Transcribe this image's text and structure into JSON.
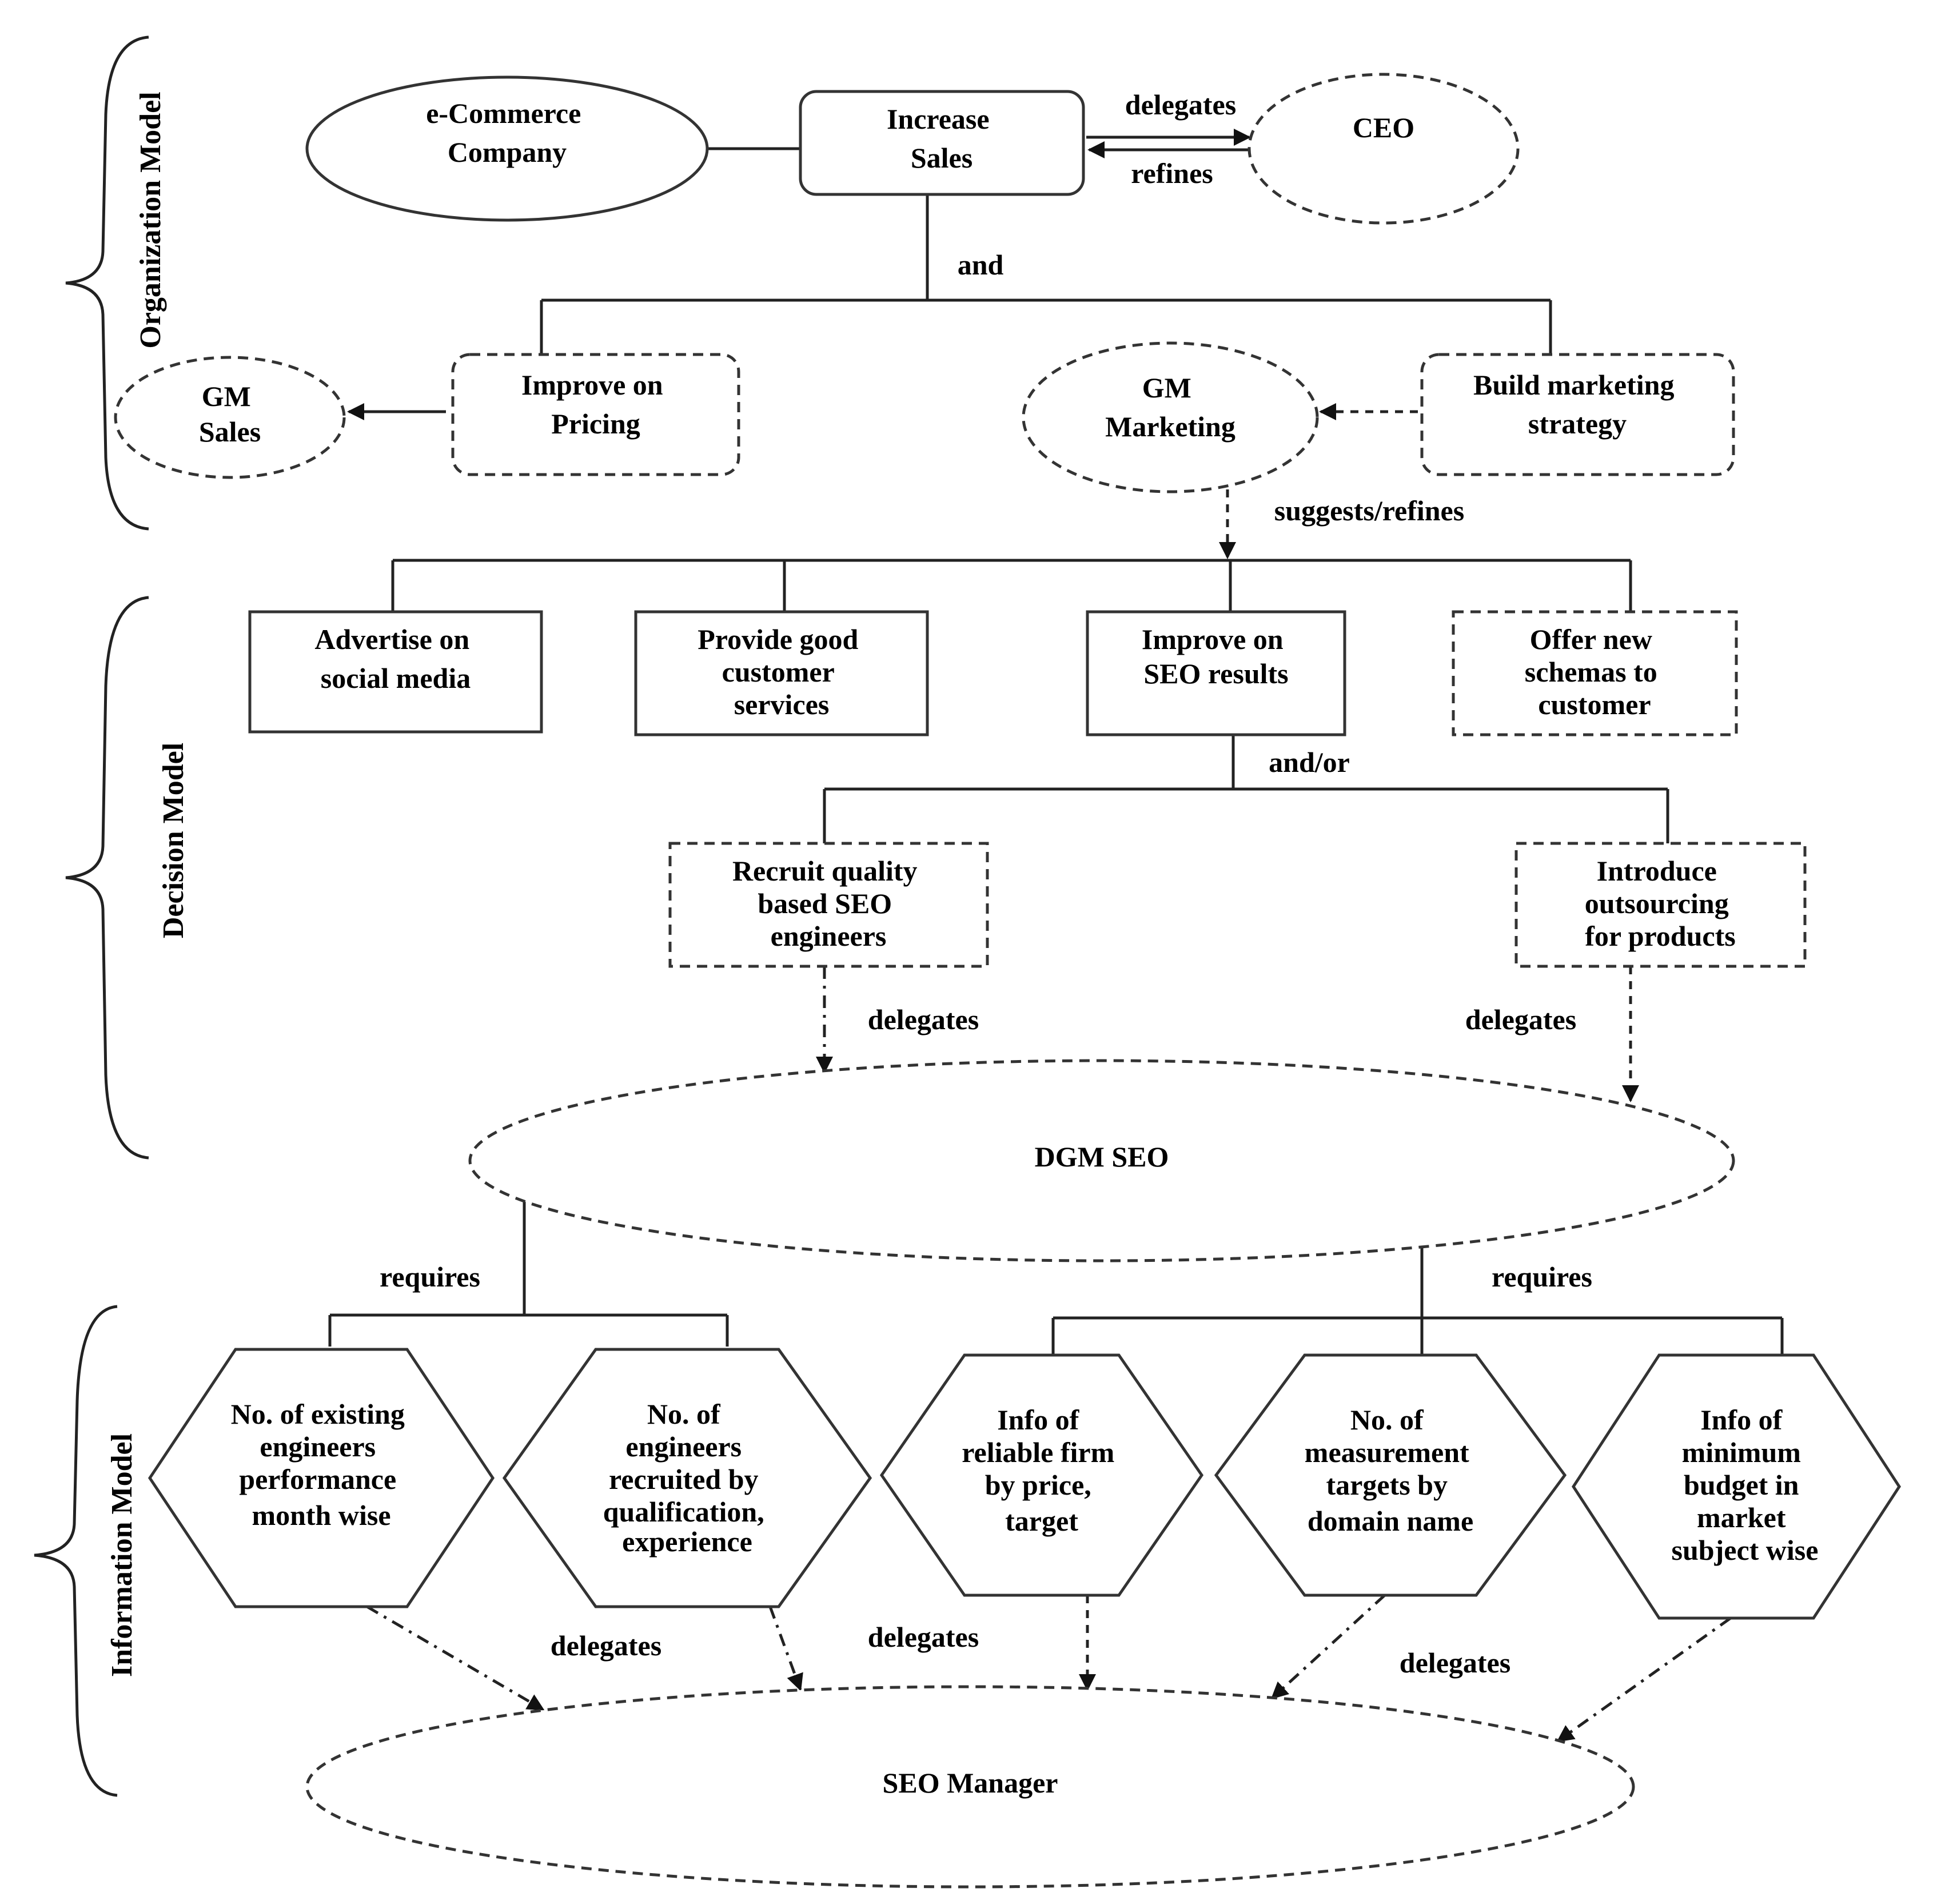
{
  "sections": {
    "organization": "Organization Model",
    "decision": "Decision Model",
    "information": "Information Model"
  },
  "nodes": {
    "ecommerce": [
      "e-Commerce",
      "Company"
    ],
    "increase_sales": [
      "Increase",
      "Sales"
    ],
    "ceo": [
      "CEO"
    ],
    "gm_sales": [
      "GM",
      "Sales"
    ],
    "improve_pricing": [
      "Improve on",
      "Pricing"
    ],
    "gm_marketing": [
      "GM",
      "Marketing"
    ],
    "build_marketing": [
      "Build marketing",
      "strategy"
    ],
    "advertise": [
      "Advertise on",
      "social media"
    ],
    "customer_services": [
      "Provide good",
      "customer",
      "services"
    ],
    "improve_seo": [
      "Improve on",
      "SEO results"
    ],
    "offer_schemas": [
      "Offer new",
      "schemas to",
      "customer"
    ],
    "recruit_seo": [
      "Recruit quality",
      "based SEO",
      "engineers"
    ],
    "introduce_outsourcing": [
      "Introduce",
      "outsourcing",
      "for products"
    ],
    "dgm_seo": [
      "DGM SEO"
    ],
    "info_existing": [
      "No. of existing",
      "engineers",
      "performance",
      "month wise"
    ],
    "info_recruited": [
      "No. of",
      "engineers",
      "recruited by",
      "qualification,",
      "experience"
    ],
    "info_firm": [
      "Info of",
      "reliable firm",
      "by price,",
      "target"
    ],
    "info_targets": [
      "No. of",
      "measurement",
      "targets by",
      "domain name"
    ],
    "info_budget": [
      "Info of",
      "minimum",
      "budget in",
      "market",
      "subject wise"
    ],
    "seo_manager": [
      "SEO Manager"
    ]
  },
  "edge_labels": {
    "delegates_ceo": "delegates",
    "refines_ceo": "refines",
    "and": "and",
    "suggests_refines": "suggests/refines",
    "and_or": "and/or",
    "delegates_recruit": "delegates",
    "delegates_outsourcing": "delegates",
    "requires_left": "requires",
    "requires_right": "requires",
    "delegates_info_1": "delegates",
    "delegates_info_2": "delegates",
    "delegates_info_3": "delegates"
  }
}
